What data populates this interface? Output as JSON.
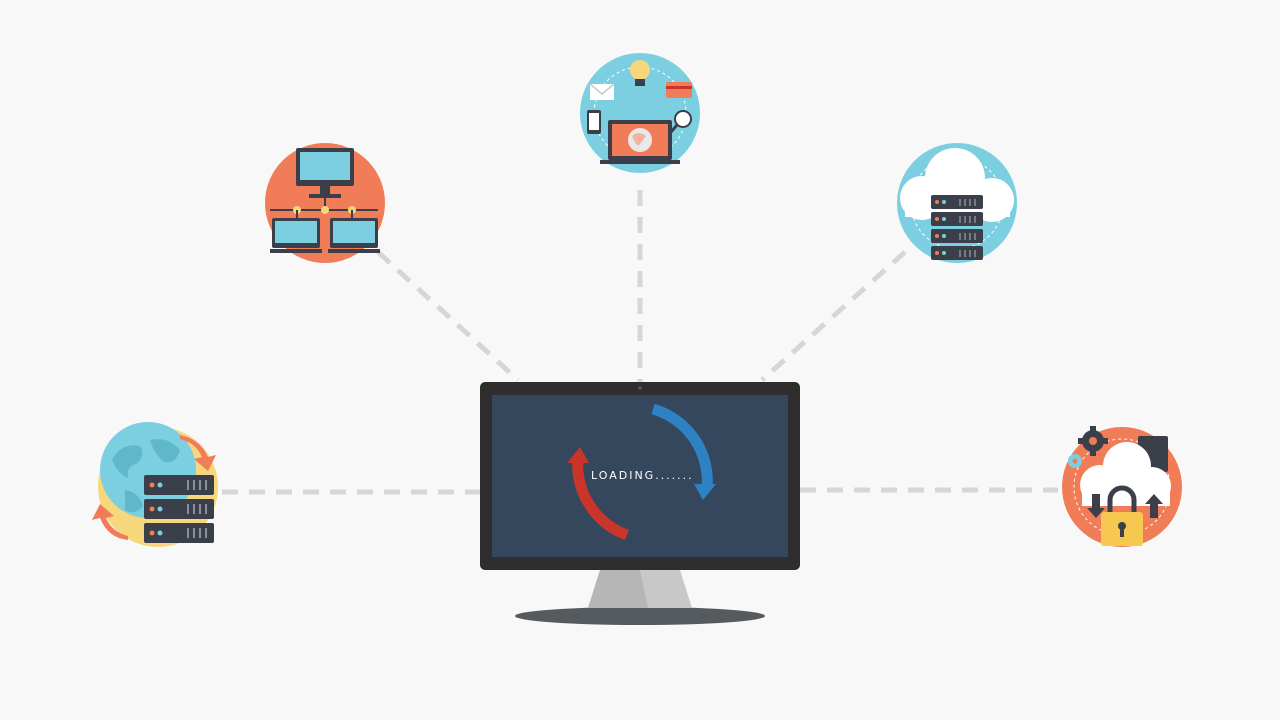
{
  "screen": {
    "loading_text": "LOADING......."
  },
  "colors": {
    "background": "#f8f8f8",
    "connector": "#d9d9d9",
    "monitor_bezel": "#2e2e2e",
    "screen": "#33475d",
    "arrow_red": "#c9352a",
    "arrow_blue": "#2e81c2",
    "orange": "#f07c58",
    "teal": "#7ccfe0",
    "yellow": "#f7d77c",
    "server_dark": "#3b3f4a"
  },
  "nodes": [
    {
      "id": "lan-network",
      "icon": "network-computers-icon"
    },
    {
      "id": "web-services",
      "icon": "web-services-icon"
    },
    {
      "id": "cloud-server",
      "icon": "cloud-server-icon"
    },
    {
      "id": "global-hosting",
      "icon": "global-hosting-icon"
    },
    {
      "id": "cloud-security",
      "icon": "cloud-security-icon"
    }
  ]
}
